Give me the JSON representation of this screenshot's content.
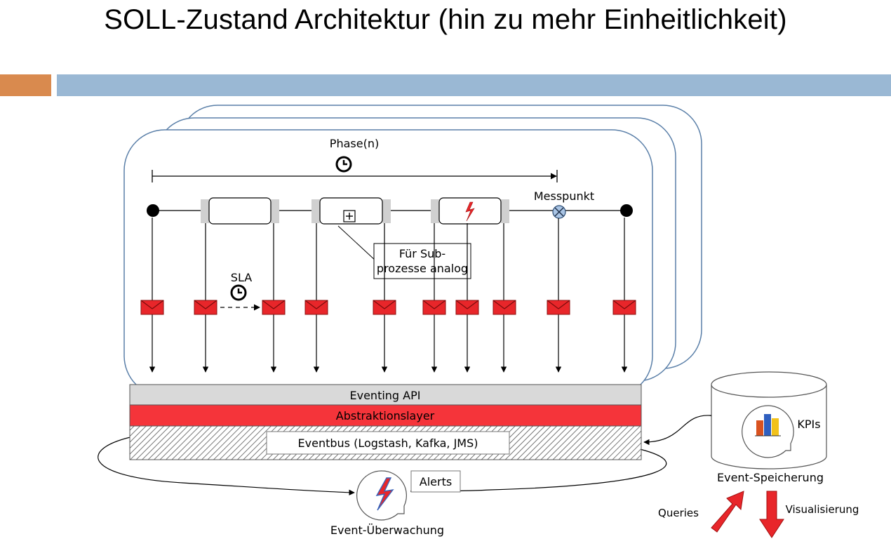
{
  "slide": {
    "title": "SOLL-Zustand Architektur (hin zu mehr Einheitlichkeit)"
  },
  "diagram": {
    "phase_label": "Phase(n)",
    "messpunkt_label": "Messpunkt",
    "sla_label": "SLA",
    "subprocess_note_line1": "Für Sub-",
    "subprocess_note_line2": "prozesse analog",
    "layers": {
      "eventing_api": "Eventing API",
      "abstraktionslayer": "Abstraktionslayer",
      "eventbus": "Eventbus (Logstash, Kafka, JMS)"
    },
    "storage": {
      "kpis_label": "KPIs",
      "caption": "Event-Speicherung",
      "queries_label": "Queries",
      "visualisierung_label": "Visualisierung"
    },
    "monitoring": {
      "alerts_label": "Alerts",
      "caption": "Event-Überwachung"
    },
    "colors": {
      "accent_orange": "#d98a4e",
      "accent_blue": "#9ab8d4",
      "message_red": "#e8262a",
      "abstraktion_red": "#f5343a",
      "api_gray": "#d9d9d9",
      "panel_border": "#5a7fa8"
    },
    "icons": [
      "clock-icon",
      "envelope-icon",
      "lightning-icon",
      "plus-icon",
      "cross-circle-icon",
      "bar-chart-icon"
    ]
  }
}
